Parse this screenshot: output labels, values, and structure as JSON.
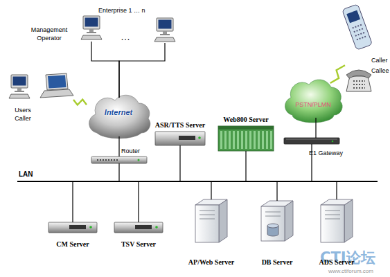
{
  "diagram": {
    "nodes": [
      {
        "text": [
          "Management Operator"
        ]
      },
      {
        "text": [
          "Enterprise 1 … n"
        ]
      },
      {
        "text": [
          "Caller Callee"
        ]
      },
      {
        "text": [
          "Users Caller"
        ]
      },
      {
        "text": [
          "Internet"
        ]
      },
      {
        "text": [
          "PSTN/PLMN"
        ]
      },
      {
        "text": [
          "ASR/TTS Server"
        ]
      },
      {
        "text": [
          "Web800 Server"
        ]
      },
      {
        "text": [
          "Router"
        ]
      },
      {
        "text": [
          "E1 Gateway"
        ]
      },
      {
        "text": [
          "LAN"
        ]
      },
      {
        "text": [
          "CM Server"
        ]
      },
      {
        "text": [
          "TSV Server"
        ]
      },
      {
        "text": [
          "AP/Web Server"
        ]
      },
      {
        "text": [
          "DB Server"
        ]
      },
      {
        "text": [
          "ADS Server"
        ]
      }
    ],
    "edges": [
      {
        "from": 0,
        "to": 4,
        "arrow": "none"
      },
      {
        "from": 1,
        "to": 4,
        "arrow": "none"
      },
      {
        "from": 3,
        "to": 4,
        "arrow": "none"
      },
      {
        "from": 2,
        "to": 5,
        "arrow": "none"
      },
      {
        "from": 4,
        "to": 8,
        "arrow": "none"
      },
      {
        "from": 8,
        "to": 10,
        "arrow": "none"
      },
      {
        "from": 6,
        "to": 10,
        "arrow": "none"
      },
      {
        "from": 7,
        "to": 10,
        "arrow": "none"
      },
      {
        "from": 5,
        "to": 9,
        "arrow": "none"
      },
      {
        "from": 9,
        "to": 10,
        "arrow": "none"
      },
      {
        "from": 10,
        "to": 11,
        "arrow": "none"
      },
      {
        "from": 10,
        "to": 12,
        "arrow": "none"
      },
      {
        "from": 10,
        "to": 13,
        "arrow": "none"
      },
      {
        "from": 10,
        "to": 14,
        "arrow": "none"
      },
      {
        "from": 10,
        "to": 15,
        "arrow": "none"
      }
    ],
    "labels": [
      "…",
      "CTI论坛",
      "www.ctiforum.com"
    ]
  }
}
